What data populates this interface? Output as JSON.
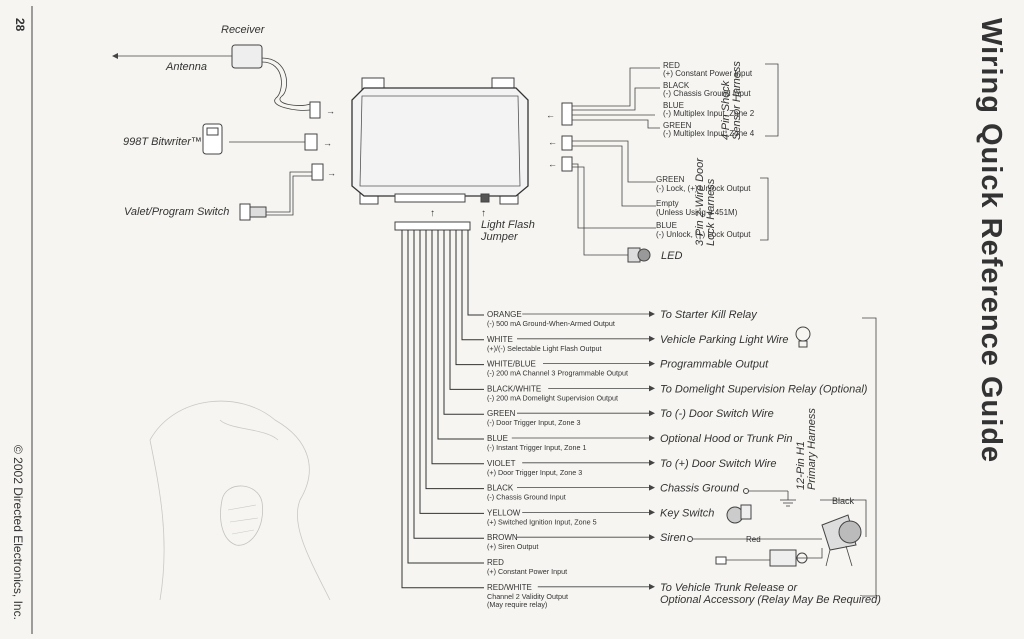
{
  "page": {
    "number": "28",
    "copyright": "© 2002 Directed Electronics, Inc.",
    "title": "Wiring Quick Reference Guide"
  },
  "left": {
    "receiver": "Receiver",
    "antenna": "Antenna",
    "bitwriter": "998T Bitwriter™",
    "valet": "Valet/Program Switch"
  },
  "center": {
    "light_flash_jumper_1": "Light Flash",
    "light_flash_jumper_2": "Jumper"
  },
  "shock_harness": {
    "title_1": "4-Pin Shock",
    "title_2": "Sensor Harness",
    "wires": [
      {
        "color": "RED",
        "desc": "(+) Constant Power Input"
      },
      {
        "color": "BLACK",
        "desc": "(-) Chassis Ground Input"
      },
      {
        "color": "BLUE",
        "desc": "(-) Multiplex Input, Zone 2"
      },
      {
        "color": "GREEN",
        "desc": "(-) Multiplex Input, Zone 4"
      }
    ]
  },
  "door_lock_harness": {
    "title_1": "3-Pin 2-Wire Door",
    "title_2": "Lock Harness",
    "wires": [
      {
        "color": "GREEN",
        "desc": "(-) Lock, (+) Unlock Output"
      },
      {
        "color": "Empty",
        "desc": "(Unless Using a 451M)"
      },
      {
        "color": "BLUE",
        "desc": "(-) Unlock, (+) Lock Output"
      }
    ],
    "led": "LED"
  },
  "primary_harness": {
    "title_1": "12-Pin H1",
    "title_2": "Primary Harness",
    "wires": [
      {
        "color": "ORANGE",
        "desc": "(-) 500 mA Ground-When-Armed Output",
        "dest": "To Starter Kill Relay"
      },
      {
        "color": "WHITE",
        "desc": "(+)/(-) Selectable Light Flash Output",
        "dest": "Vehicle Parking Light Wire"
      },
      {
        "color": "WHITE/BLUE",
        "desc": "(-) 200 mA Channel 3 Programmable Output",
        "dest": "Programmable Output"
      },
      {
        "color": "BLACK/WHITE",
        "desc": "(-) 200 mA Domelight Supervision Output",
        "dest": "To Domelight Supervision Relay (Optional)"
      },
      {
        "color": "GREEN",
        "desc": "(-) Door Trigger Input, Zone 3",
        "dest": "To (-) Door Switch Wire"
      },
      {
        "color": "BLUE",
        "desc": "(-) Instant Trigger Input, Zone 1",
        "dest": "Optional Hood or Trunk Pin"
      },
      {
        "color": "VIOLET",
        "desc": "(+) Door Trigger Input, Zone 3",
        "dest": "To (+) Door Switch Wire"
      },
      {
        "color": "BLACK",
        "desc": "(-) Chassis Ground Input",
        "dest": "Chassis Ground"
      },
      {
        "color": "YELLOW",
        "desc": "(+) Switched Ignition Input, Zone 5",
        "dest": "Key Switch"
      },
      {
        "color": "BROWN",
        "desc": "(+) Siren Output",
        "dest": "Siren"
      },
      {
        "color": "RED",
        "desc": "(+) Constant Power Input",
        "dest": ""
      },
      {
        "color": "RED/WHITE",
        "desc": "Channel 2 Validity Output",
        "desc2": "(May require relay)",
        "dest": "To Vehicle Trunk Release or",
        "dest2": "Optional Accessory (Relay May Be Required)"
      }
    ],
    "black_label": "Black",
    "red_label": "Red"
  }
}
